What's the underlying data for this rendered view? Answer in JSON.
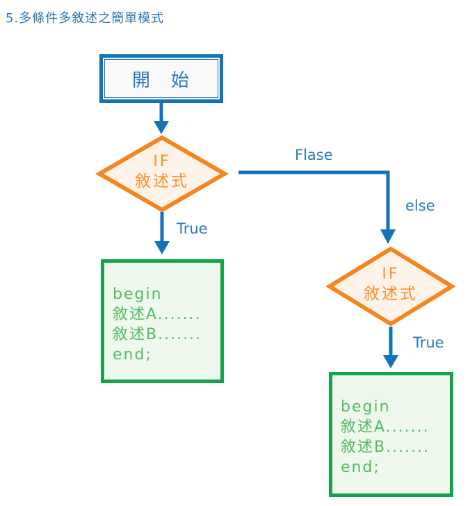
{
  "title": "5.多條件多敘述之簡單模式",
  "colors": {
    "title_blue": "#2E74B5",
    "connector_blue": "#1373B9",
    "edge_label_blue": "#2E78C0",
    "start_border": "#1373B9",
    "start_fill": "#FAFAFA",
    "start_text": "#2E79BE",
    "diamond_stroke": "#F5861F",
    "diamond_fill": "#FDF3E8",
    "diamond_text": "#F7912F",
    "process_border": "#12A34C",
    "process_fill": "#EFF8EC",
    "process_text": "#55BB66"
  },
  "flowchart": {
    "start": {
      "label": "開　始"
    },
    "decision1": {
      "line1": "IF",
      "line2": "敘述式"
    },
    "decision2": {
      "line1": "IF",
      "line2": "敘述式"
    },
    "edges": {
      "true1": "True",
      "false1": "Flase",
      "else1": "else",
      "true2": "True"
    },
    "process1": {
      "lines": [
        "begin",
        "敘述A.......",
        "敘述B.......",
        "end;"
      ]
    },
    "process2": {
      "lines": [
        "begin",
        "敘述A.......",
        "敘述B.......",
        "end;"
      ]
    }
  }
}
